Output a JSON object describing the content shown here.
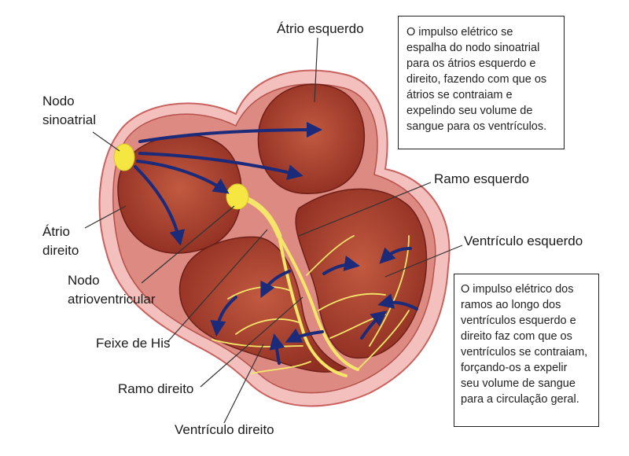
{
  "labels": {
    "atrio_esquerdo": "Átrio esquerdo",
    "nodo_sinoatrial_1": "Nodo",
    "nodo_sinoatrial_2": "sinoatrial",
    "ramo_esquerdo": "Ramo esquerdo",
    "atrio_direito_1": "Átrio",
    "atrio_direito_2": "direito",
    "ventriculo_esquerdo": "Ventrículo esquerdo",
    "nodo_av_1": "Nodo",
    "nodo_av_2": "atrioventricular",
    "feixe_his": "Feixe de His",
    "ramo_direito": "Ramo direito",
    "ventriculo_direito": "Ventrículo direito"
  },
  "notes": {
    "top": [
      "O impulso elétrico se",
      "espalha do nodo sinoatrial",
      "para os átrios esquerdo e",
      "direito, fazendo com que os",
      "átrios se contraiam e",
      "expelindo seu volume de",
      "sangue para os ventrículos."
    ],
    "bottom": [
      "O impulso elétrico dos",
      "ramos ao longo dos",
      "ventrículos esquerdo e",
      "direito faz com que os",
      "ventrículos se contraiam,",
      "forçando-os a expelir",
      "seu volume de sangue",
      "para a circulação geral."
    ]
  },
  "colors": {
    "heart_outer": "#f2b8b5",
    "heart_wall": "#d9847e",
    "chamber": "#a83e2c",
    "conduction": "#f7e86a",
    "node": "#f5e642",
    "arrow": "#1c2a7a"
  }
}
